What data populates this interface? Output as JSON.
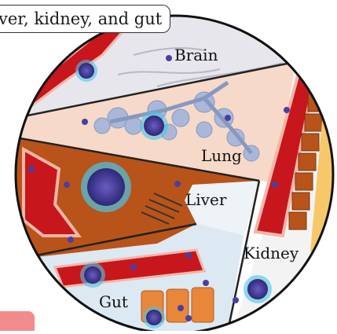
{
  "caption": "ver, kidney, and gut",
  "labels": {
    "brain": "Brain",
    "lung": "Lung",
    "liver": "Liver",
    "kidney": "Kidney",
    "gut": "Gut"
  },
  "colors": {
    "vessel": "#c8161d",
    "vessel_edge": "#f2b6a8",
    "virus": "#4a3fa0",
    "virus_halo": "#49c4e6",
    "liver": "#b8541a",
    "lung_bg": "#f6d9c8",
    "alveoli": "#a9b8d8",
    "brain_bg": "#e4e4ea",
    "kidney_bg": "#f7c86a",
    "gut_bg": "#dce8f2",
    "gut_cell": "#e8873a",
    "outline": "#222222"
  }
}
